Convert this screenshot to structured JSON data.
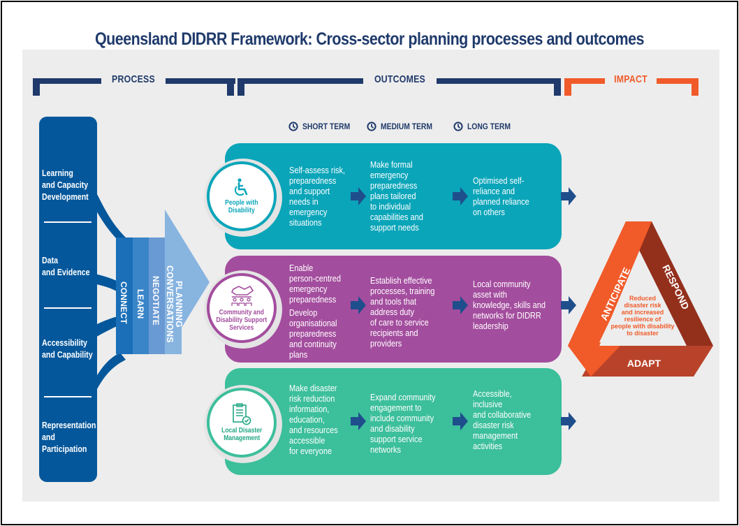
{
  "title": "Queensland DIDRR Framework: Cross-sector planning processes and outcomes",
  "colors": {
    "navy": "#1f3a6b",
    "process_blue": "#05579b",
    "impact_orange": "#f15a29",
    "teal": "#0aa5b9",
    "purple": "#a34d9e",
    "green": "#3cbf9b",
    "respond_red": "#93301c",
    "adapt_red": "#b9432a"
  },
  "sections": {
    "process": "PROCESS",
    "outcomes": "OUTCOMES",
    "impact": "IMPACT"
  },
  "terms": [
    {
      "icon": "clock-icon",
      "label": "SHORT TERM"
    },
    {
      "icon": "clock-icon",
      "label": "MEDIUM TERM"
    },
    {
      "icon": "clock-icon",
      "label": "LONG TERM"
    }
  ],
  "process": {
    "items": [
      "Learning\nand Capacity\nDevelopment",
      "Data\nand Evidence",
      "Accessibility\nand Capability",
      "Representation\nand\nParticipation"
    ],
    "steps": [
      "CONNECT",
      "LEARN",
      "NEGOTIATE"
    ],
    "arrow_label": "PLANNING\nCONVERSATIONS"
  },
  "outcomes": [
    {
      "sector": "People with\nDisability",
      "icon": "wheelchair-icon",
      "short": "Self-assess risk,\npreparedness\nand support\nneeds in\nemergency\nsituations",
      "medium": "Make formal\nemergency\npreparedness\nplans tailored\nto individual\ncapabilities and\nsupport needs",
      "long": "Optimised self-\nreliance and\nplanned reliance\non others"
    },
    {
      "sector": "Community and\nDisability Support\nServices",
      "icon": "handshake-people-icon",
      "short": "Enable\nperson-centred\nemergency\npreparedness",
      "short2": "Develop\norganisational\npreparedness\nand continuity\nplans",
      "medium": "Establish effective\nprocesses, training\nand tools that\naddress duty\nof care to service\nrecipients and\nproviders",
      "long": "Local community\nasset with\nknowledge, skills and\nnetworks for DIDRR\nleadership"
    },
    {
      "sector": "Local Disaster\nManagement",
      "icon": "clipboard-check-icon",
      "short": "Make disaster\nrisk reduction\ninformation,\neducation,\nand resources\naccessible\nfor everyone",
      "medium": "Expand community\nengagement to\ninclude community\nand disability\nsupport service\nnetworks",
      "long": "Accessible,\n inclusive\nand collaborative\ndisaster risk\nmanagement\nactivities"
    }
  ],
  "impact": {
    "anticipate": "ANTICIPATE",
    "respond": "RESPOND",
    "adapt": "ADAPT",
    "center_text": [
      "Reduced",
      "disaster risk",
      "and increased",
      "resilience of",
      "people with disability",
      "to disaster"
    ]
  }
}
